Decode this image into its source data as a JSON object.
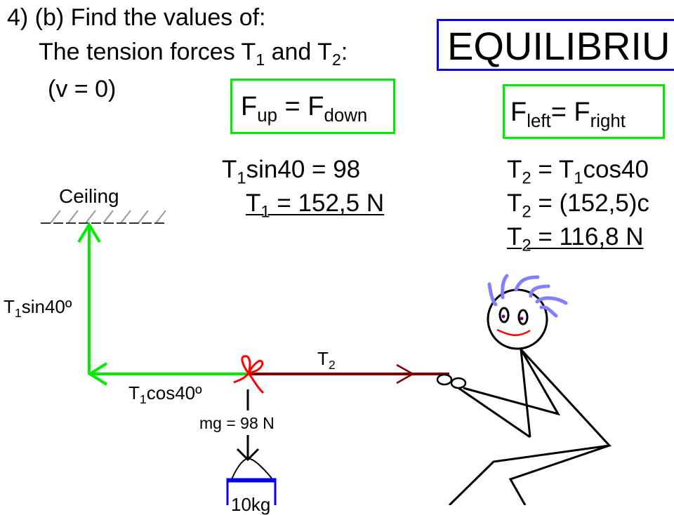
{
  "slide": {
    "heading": "4) (b) Find the values of:",
    "subheading": {
      "pre": "The tension forces T",
      "s1": "1",
      "mid": " and T",
      "s2": "2",
      "post": ":"
    },
    "condition": "(v = 0)",
    "banner": "EQUILIBRIU"
  },
  "vertical": {
    "box": {
      "a": "F",
      "a_sub": "up",
      "eq": " = F",
      "b_sub": "down"
    },
    "line1": {
      "a": "T",
      "a_sub": "1",
      "rest": "sin40 = 98"
    },
    "line2": {
      "a": "T",
      "a_sub": "1",
      "rest": " = 152,5 N"
    }
  },
  "horizontal": {
    "box": {
      "a": "F",
      "a_sub": "left",
      "eq": "=  F",
      "b_sub": "right"
    },
    "line1": {
      "a": "T",
      "a_sub": "2",
      "mid": " = T",
      "b_sub": "1",
      "rest": "cos40"
    },
    "line2": {
      "a": "T",
      "a_sub": "2",
      "rest": " = (152,5)c"
    },
    "line3": {
      "a": "T",
      "a_sub": "2",
      "rest": " = 116,8 N"
    }
  },
  "diagram": {
    "ceiling": "Ceiling",
    "t1sin": {
      "a": "T",
      "sub": "1",
      "rest": "sin40º"
    },
    "t1cos": {
      "a": "T",
      "sub": "1",
      "rest": "cos40º"
    },
    "t2": {
      "a": "T",
      "sub": "2"
    },
    "weight": "mg = 98 N",
    "bucket_label": "10kg"
  },
  "colors": {
    "green": "#00ee00",
    "blue": "#0000ee",
    "darkred": "#800000",
    "red": "#ff0000",
    "hair": "#8080ff"
  }
}
